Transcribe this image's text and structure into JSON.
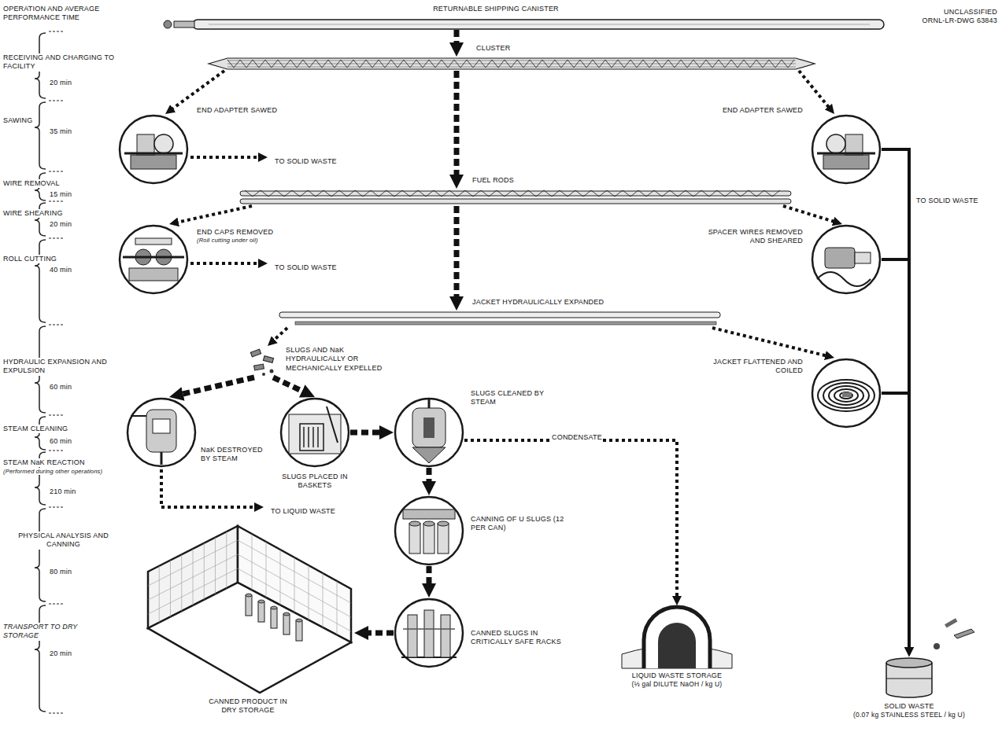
{
  "diagram": {
    "nodes": [
      {
        "text": [
          "RETURNABLE SHIPPING CANISTER"
        ]
      },
      {
        "text": [
          "CLUSTER"
        ]
      },
      {
        "text": [
          "END ADAPTER SAWED"
        ]
      },
      {
        "text": [
          "END ADAPTER SAWED"
        ]
      },
      {
        "text": [
          "FUEL RODS"
        ]
      },
      {
        "text": [
          "END CAPS REMOVED",
          "(Roll cutting under oil)"
        ]
      },
      {
        "text": [
          "SPACER WIRES REMOVED AND SHEARED"
        ]
      },
      {
        "text": [
          "JACKET HYDRAULICALLY EXPANDED"
        ]
      },
      {
        "text": [
          "SLUGS AND NaK HYDRAULICALLY OR MECHANICALLY EXPELLED"
        ]
      },
      {
        "text": [
          "JACKET FLATTENED AND COILED"
        ]
      },
      {
        "text": [
          "NaK DESTROYED BY STEAM"
        ]
      },
      {
        "text": [
          "SLUGS PLACED IN BASKETS"
        ]
      },
      {
        "text": [
          "SLUGS CLEANED BY STEAM"
        ]
      },
      {
        "text": [
          "CANNING OF U SLUGS (12 PER CAN)"
        ]
      },
      {
        "text": [
          "CANNED SLUGS IN CRITICALLY SAFE RACKS"
        ]
      },
      {
        "text": [
          "CANNED PRODUCT IN DRY STORAGE"
        ]
      },
      {
        "text": [
          "LIQUID WASTE STORAGE",
          "(⅓ gal DILUTE NaOH / kg U)"
        ]
      },
      {
        "text": [
          "SOLID WASTE",
          "(0.07 kg STAINLESS STEEL / kg U)"
        ]
      }
    ],
    "edges": [
      {
        "from": 0,
        "to": 1,
        "arrow": "to"
      },
      {
        "from": 1,
        "to": 2,
        "arrow": "to"
      },
      {
        "from": 1,
        "to": 3,
        "arrow": "to"
      },
      {
        "from": 1,
        "to": 4,
        "arrow": "to"
      },
      {
        "from": 4,
        "to": 5,
        "arrow": "to"
      },
      {
        "from": 4,
        "to": 6,
        "arrow": "to"
      },
      {
        "from": 4,
        "to": 7,
        "arrow": "to"
      },
      {
        "from": 3,
        "to": 17,
        "arrow": "to"
      },
      {
        "from": 6,
        "to": 17,
        "arrow": "to"
      },
      {
        "from": 7,
        "to": 8,
        "arrow": "to"
      },
      {
        "from": 7,
        "to": 9,
        "arrow": "to"
      },
      {
        "from": 9,
        "to": 17,
        "arrow": "to"
      },
      {
        "from": 8,
        "to": 10,
        "arrow": "to"
      },
      {
        "from": 8,
        "to": 11,
        "arrow": "to"
      },
      {
        "from": 11,
        "to": 12,
        "arrow": "to"
      },
      {
        "from": 12,
        "to": 13,
        "arrow": "to"
      },
      {
        "from": 12,
        "to": 16,
        "label": "CONDENSATE",
        "arrow": "to"
      },
      {
        "from": 13,
        "to": 14,
        "arrow": "to"
      },
      {
        "from": 14,
        "to": 15,
        "arrow": "to"
      }
    ],
    "labels": [
      "OPERATION AND AVERAGE PERFORMANCE TIME",
      "UNCLASSIFIED",
      "ORNL-LR-DWG 63843",
      "RECEIVING AND CHARGING TO FACILITY",
      "20 min",
      "SAWING",
      "35 min",
      "WIRE REMOVAL",
      "15 min",
      "WIRE SHEARING",
      "20 min",
      "ROLL CUTTING",
      "40 min",
      "HYDRAULIC EXPANSION AND EXPULSION",
      "60 min",
      "STEAM CLEANING",
      "60 min",
      "STEAM NaK REACTION",
      "(Performed during other operations)",
      "210 min",
      "PHYSICAL ANALYSIS AND CANNING",
      "80 min",
      "TRANSPORT TO DRY STORAGE",
      "20 min",
      "TO SOLID WASTE",
      "TO SOLID WASTE",
      "TO SOLID WASTE",
      "TO LIQUID WASTE"
    ]
  }
}
